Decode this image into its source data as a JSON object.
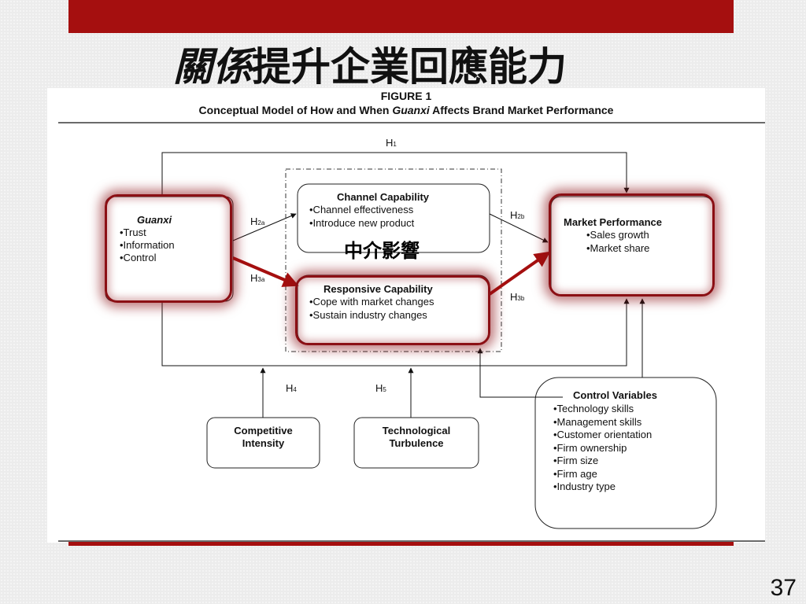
{
  "slide": {
    "title_italic": "關係",
    "title_rest": "提升企業回應能力",
    "page_number": "37"
  },
  "figure": {
    "number": "FIGURE 1",
    "caption_prefix": "Conceptual Model of How and When ",
    "caption_italic": "Guanxi",
    "caption_suffix": " Affects Brand Market Performance",
    "mediation_label": "中介影響",
    "hypotheses": {
      "h1": {
        "main": "H",
        "sub": "1"
      },
      "h2a": {
        "main": "H",
        "sub": "2a"
      },
      "h2b": {
        "main": "H",
        "sub": "2b"
      },
      "h3a": {
        "main": "H",
        "sub": "3a"
      },
      "h3b": {
        "main": "H",
        "sub": "3b"
      },
      "h4": {
        "main": "H",
        "sub": "4"
      },
      "h5": {
        "main": "H",
        "sub": "5"
      }
    },
    "guanxi": {
      "title": "Guanxi",
      "items": [
        "•Trust",
        "•Information",
        "•Control"
      ]
    },
    "channel_capability": {
      "title": "Channel Capability",
      "items": [
        "•Channel effectiveness",
        "•Introduce new product"
      ]
    },
    "responsive_capability": {
      "title": "Responsive Capability",
      "items": [
        "•Cope with market changes",
        "•Sustain industry changes"
      ]
    },
    "market_performance": {
      "title": "Market Performance",
      "items": [
        "•Sales growth",
        "•Market share"
      ]
    },
    "competitive_intensity": {
      "line1": "Competitive",
      "line2": "Intensity"
    },
    "technological_turbulence": {
      "line1": "Technological",
      "line2": "Turbulence"
    },
    "control_variables": {
      "title": "Control Variables",
      "items": [
        "•Technology skills",
        "•Management skills",
        "•Customer orientation",
        "•Firm ownership",
        "•Firm size",
        "•Firm age",
        "•Industry type"
      ]
    }
  },
  "colors": {
    "accent_red": "#a50f0f",
    "highlight_red": "#8b0f14"
  }
}
